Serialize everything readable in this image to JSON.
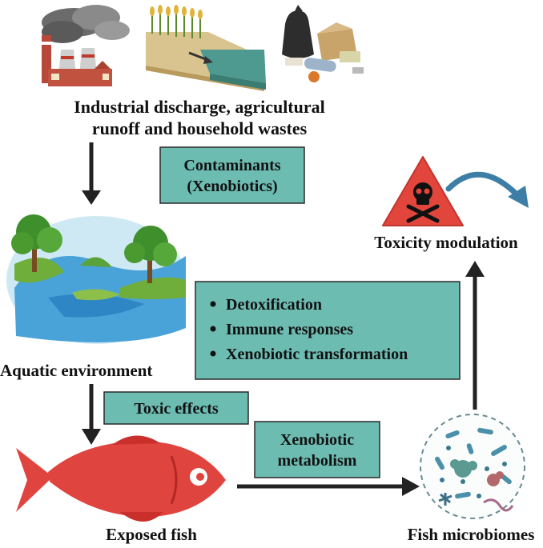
{
  "sources": {
    "label_line1": "Industrial discharge, agricultural",
    "label_line2": "runoff and household wastes",
    "icons": [
      "factory-icon",
      "farm-runoff-icon",
      "household-waste-icon"
    ]
  },
  "contaminants_box": {
    "line1": "Contaminants",
    "line2": "(Xenobiotics)"
  },
  "aquatic": {
    "label": "Aquatic environment",
    "icon": "river-landscape-icon"
  },
  "toxic_effects_box": {
    "label": "Toxic effects"
  },
  "fish": {
    "label": "Exposed fish",
    "icon": "fish-icon"
  },
  "xeno_metabolism_box": {
    "line1": "Xenobiotic",
    "line2": "metabolism"
  },
  "microbiome": {
    "label": "Fish microbiomes",
    "icon": "microbiome-icon"
  },
  "processes_box": {
    "items": [
      "Detoxification",
      "Immune responses",
      "Xenobiotic transformation"
    ]
  },
  "toxicity": {
    "label": "Toxicity modulation",
    "icon": "skull-warning-icon"
  },
  "colors": {
    "box_fill": "#6dbcb2",
    "arrow": "#222222",
    "curved_arrow": "#3d7ea6",
    "fish": "#e0443f",
    "warning": "#e2453c"
  }
}
